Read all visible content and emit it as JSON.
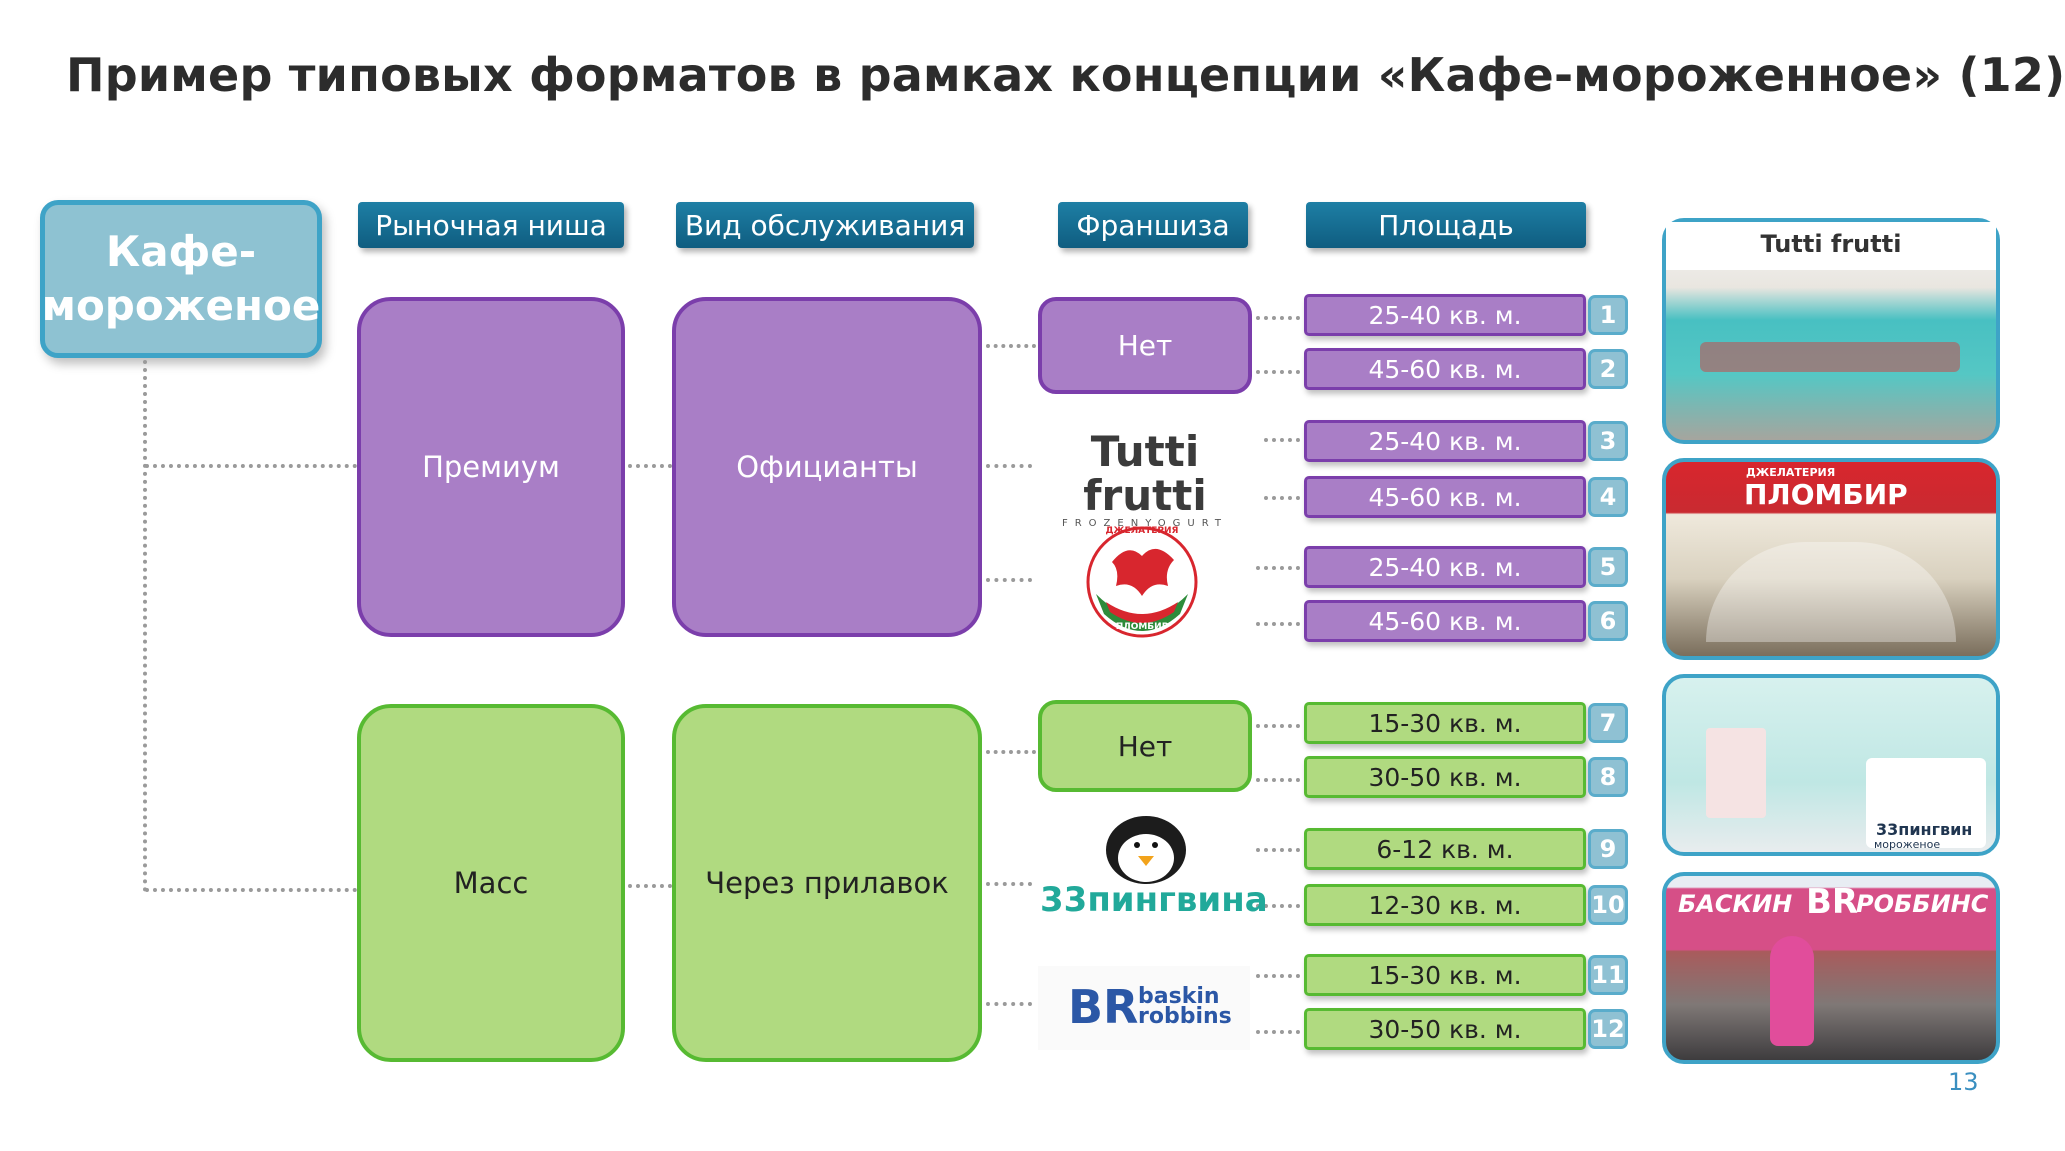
{
  "title": "Пример типовых форматов в рамках концепции «Кафе-мороженное» (12)",
  "root": {
    "line1": "Кафе-",
    "line2": "мороженое"
  },
  "headers": {
    "niche": "Рыночная ниша",
    "service": "Вид обслуживания",
    "franchise": "Франшиза",
    "area": "Площадь"
  },
  "premium": {
    "niche": "Премиум",
    "service": "Официанты",
    "franchise_none": "Нет"
  },
  "mass": {
    "niche": "Масс",
    "service": "Через прилавок",
    "franchise_none": "Нет"
  },
  "logos": {
    "tutti_frutti": {
      "name": "Tutti frutti",
      "sub": "FROZENYOGURT"
    },
    "plombir": {
      "top": "ДЖЕЛАТЕРИЯ",
      "bottom": "ПЛОМБИР"
    },
    "pingvina": {
      "text": "33пингвина"
    },
    "baskin": {
      "br": "BR",
      "line1": "baskin",
      "line2": "robbins"
    }
  },
  "areas": [
    {
      "label": "25-40 кв. м.",
      "num": "1"
    },
    {
      "label": "45-60 кв. м.",
      "num": "2"
    },
    {
      "label": "25-40 кв. м.",
      "num": "3"
    },
    {
      "label": "45-60 кв. м.",
      "num": "4"
    },
    {
      "label": "25-40 кв. м.",
      "num": "5"
    },
    {
      "label": "45-60 кв. м.",
      "num": "6"
    },
    {
      "label": "15-30 кв. м.",
      "num": "7"
    },
    {
      "label": "30-50 кв. м.",
      "num": "8"
    },
    {
      "label": "6-12 кв. м.",
      "num": "9"
    },
    {
      "label": "12-30 кв. м.",
      "num": "10"
    },
    {
      "label": "15-30 кв. м.",
      "num": "11"
    },
    {
      "label": "30-50 кв. м.",
      "num": "12"
    }
  ],
  "photos": {
    "p1": {
      "sign": "Tutti frutti"
    },
    "p2": {
      "top": "ДЖЕЛАТЕРИЯ",
      "sign": "ПЛОМБИР"
    },
    "p3": {
      "sign": "33пингвин",
      "sub": "мороженое"
    },
    "p4": {
      "left": "БАСКИН",
      "br": "BR",
      "right": "РОББИНС"
    }
  },
  "page_number": "13",
  "colors": {
    "purple_fill": "#a97ec6",
    "purple_border": "#7b3eab",
    "green_fill": "#b0da80",
    "green_border": "#57ba32",
    "header_blue": "#0f5d80",
    "accent_blue": "#3ea3c7"
  }
}
